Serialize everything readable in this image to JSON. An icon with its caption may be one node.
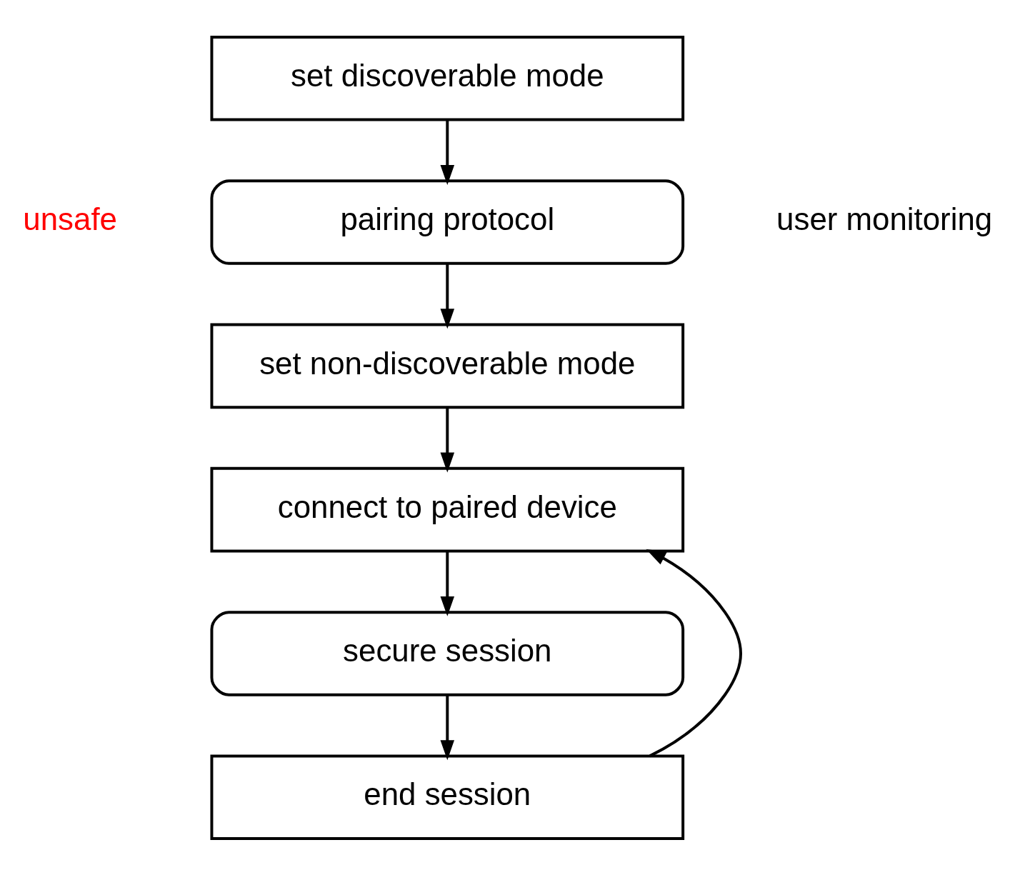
{
  "diagram": {
    "nodes": [
      {
        "text": [
          "set discoverable mode"
        ]
      },
      {
        "text": [
          "pairing protocol"
        ]
      },
      {
        "text": [
          "set non-discoverable mode"
        ]
      },
      {
        "text": [
          "connect to paired device"
        ]
      },
      {
        "text": [
          "secure session"
        ]
      },
      {
        "text": [
          "end session"
        ]
      }
    ],
    "edges": [
      {
        "from": 0,
        "to": 1,
        "arrow": "to"
      },
      {
        "from": 1,
        "to": 2,
        "arrow": "to"
      },
      {
        "from": 2,
        "to": 3,
        "arrow": "to"
      },
      {
        "from": 3,
        "to": 4,
        "arrow": "to"
      },
      {
        "from": 4,
        "to": 5,
        "arrow": "to"
      },
      {
        "from": 5,
        "to": 3,
        "arrow": "to"
      }
    ],
    "labels": [
      "unsafe",
      "user monitoring"
    ]
  }
}
